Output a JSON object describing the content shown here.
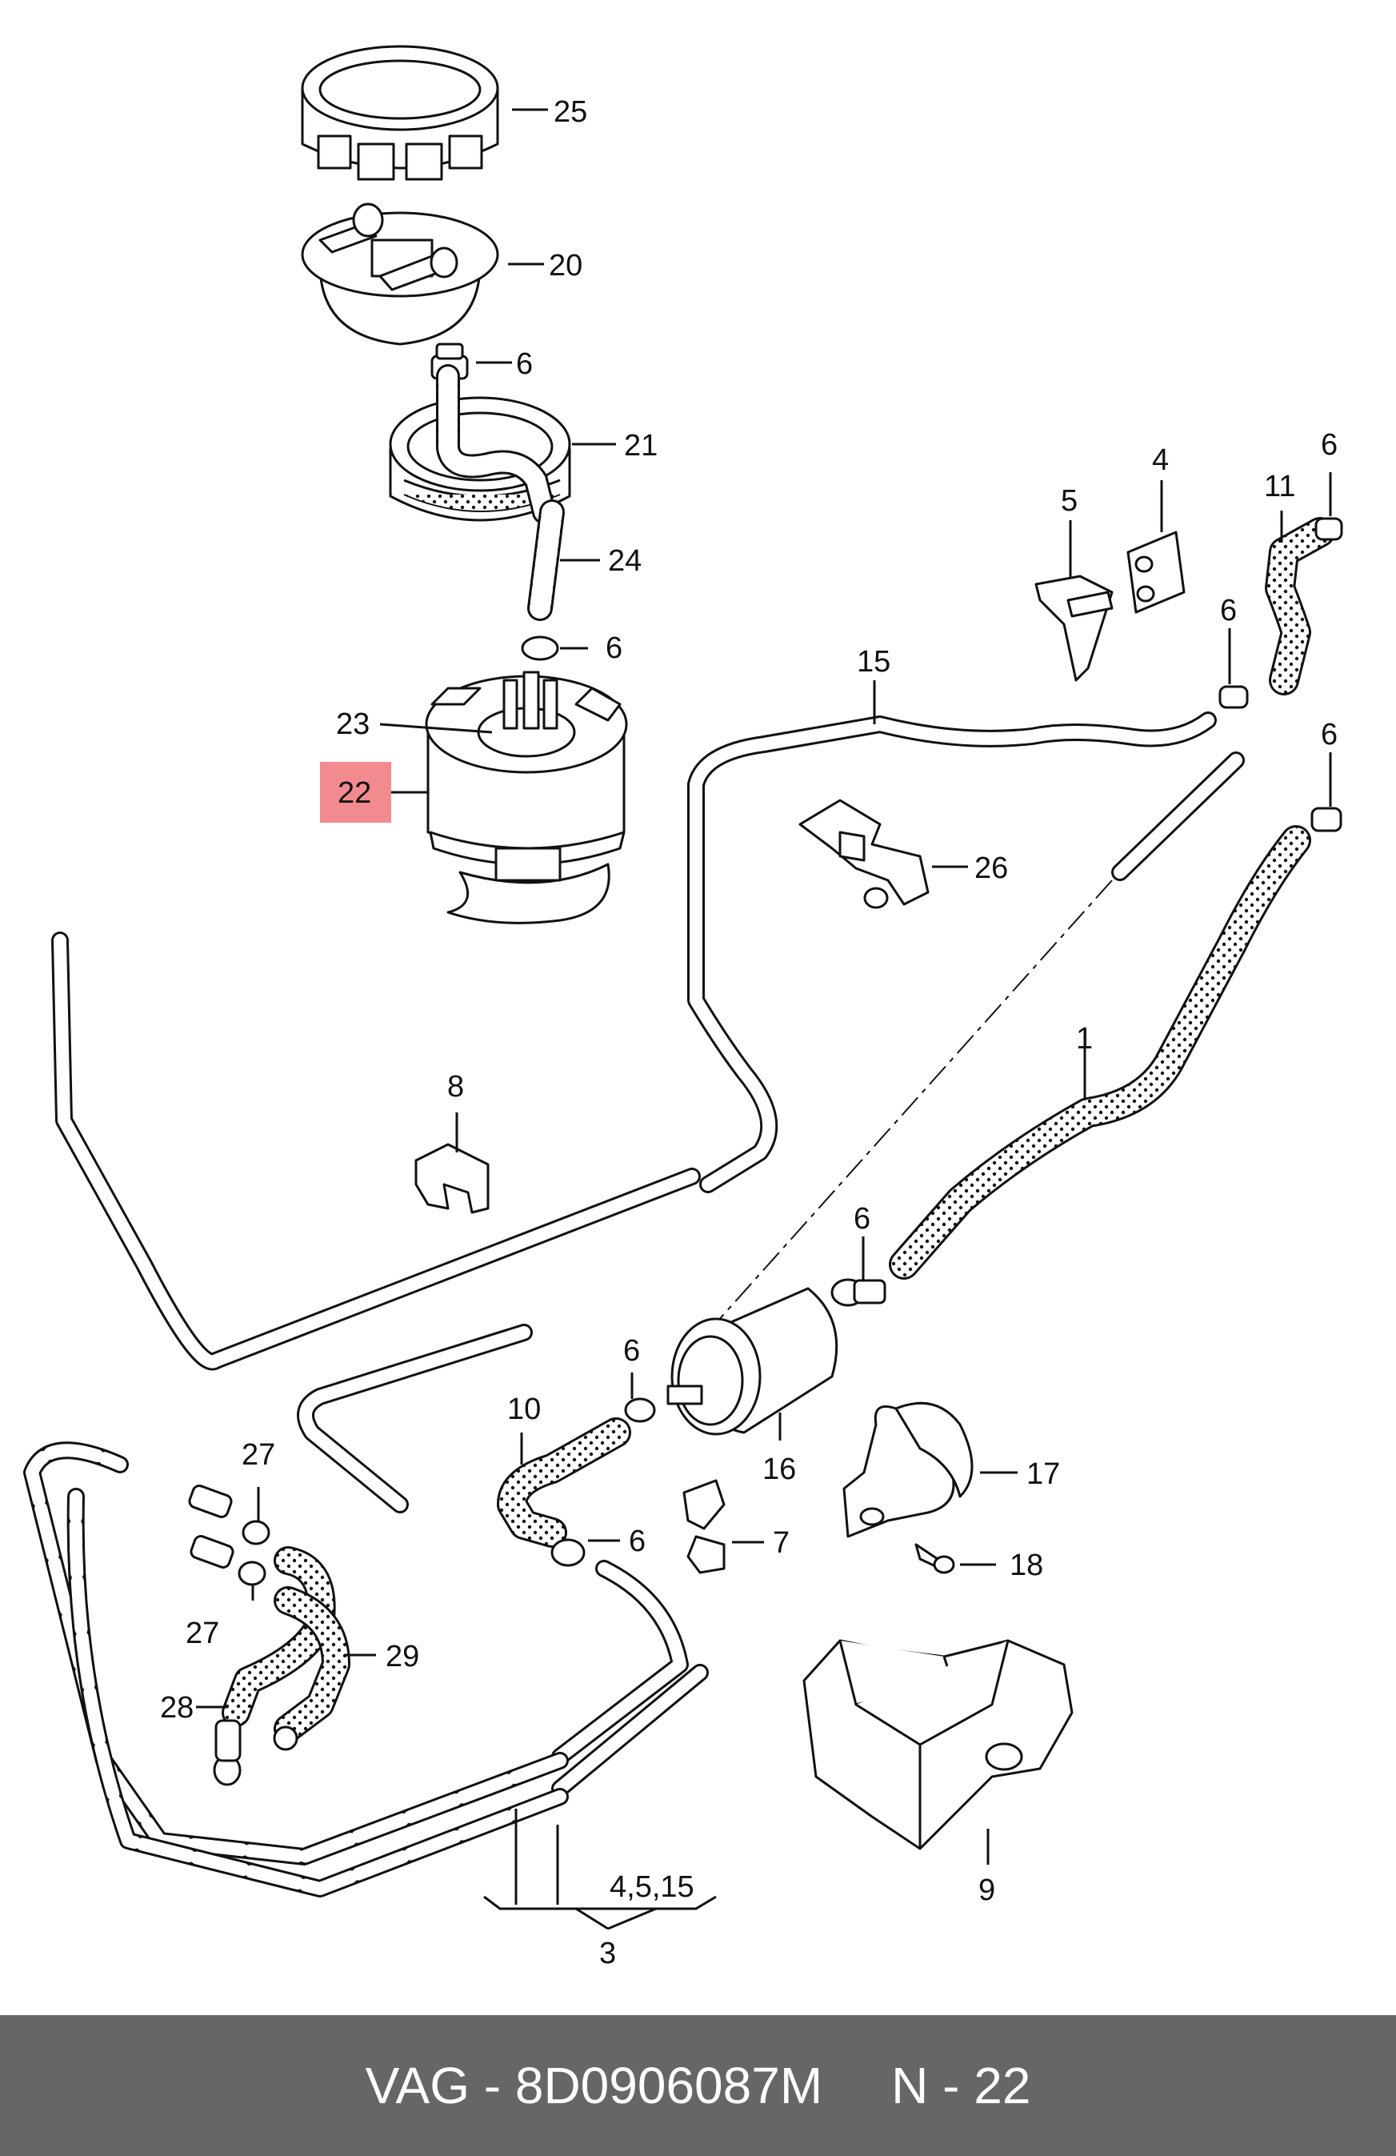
{
  "diagram": {
    "callouts": [
      "25",
      "20",
      "6",
      "21",
      "24",
      "6",
      "23",
      "22",
      "5",
      "4",
      "11",
      "6",
      "6",
      "15",
      "6",
      "26",
      "8",
      "1",
      "6",
      "6",
      "16",
      "10",
      "17",
      "6",
      "7",
      "18",
      "27",
      "27",
      "29",
      "28",
      "9",
      "4,5,15",
      "3"
    ],
    "highlight_color": "#f28b8f",
    "highlighted_callout": "22"
  },
  "footer": {
    "part_label": "VAG - 8D0906087M",
    "page_label": "N - 22",
    "background_color": "#666666"
  }
}
